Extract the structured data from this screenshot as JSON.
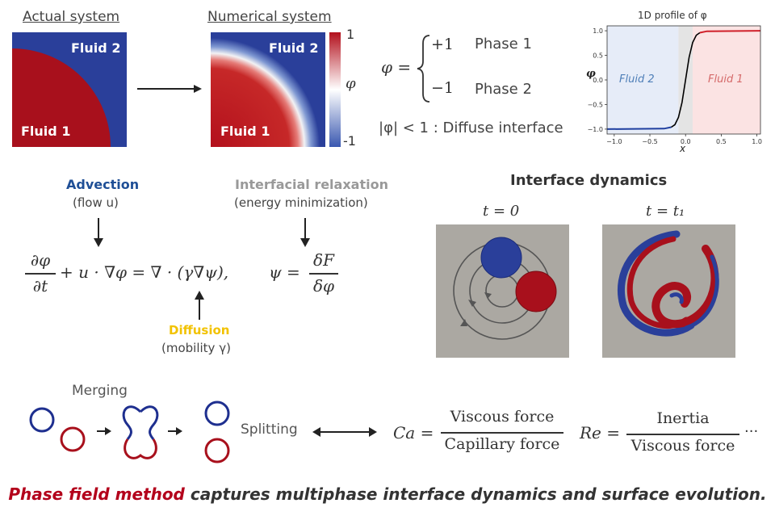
{
  "top": {
    "actual_title": "Actual system",
    "numerical_title": "Numerical system",
    "fluid1": "Fluid 1",
    "fluid2": "Fluid 2",
    "cbar_max": "1",
    "cbar_min": "-1",
    "cbar_symbol": "φ"
  },
  "phase_def": {
    "lhs": "φ =",
    "plus": "+1",
    "minus": "−1",
    "phase1": "Phase 1",
    "phase2": "Phase 2",
    "diffuse": "|φ| < 1 : Diffuse interface"
  },
  "profile": {
    "title": "1D profile of φ",
    "ylabel": "φ",
    "xlabel": "x",
    "region_left": "Fluid 2",
    "region_right": "Fluid 1"
  },
  "chart_data": {
    "type": "line",
    "title": "1D profile of φ",
    "xlabel": "x",
    "ylabel": "φ",
    "xlim": [
      -1.1,
      1.05
    ],
    "ylim": [
      -1.1,
      1.1
    ],
    "xticks": [
      "-1.0",
      "-0.5",
      "0.0",
      "0.5",
      "1.0"
    ],
    "yticks": [
      "-1.0",
      "-0.5",
      "0.0",
      "0.5",
      "1.0"
    ],
    "x": [
      -1.1,
      -0.3,
      -0.2,
      -0.15,
      -0.1,
      -0.05,
      0.0,
      0.05,
      0.1,
      0.15,
      0.2,
      0.3,
      1.05
    ],
    "y": [
      -1.0,
      -0.99,
      -0.96,
      -0.91,
      -0.76,
      -0.46,
      0.0,
      0.46,
      0.76,
      0.91,
      0.96,
      0.99,
      1.0
    ],
    "interface_x": [
      -0.1,
      0.1
    ],
    "colors": {
      "fluid2": "#1f3fa0",
      "fluid1": "#d0202a",
      "curve": "#000000"
    }
  },
  "equation": {
    "advection": "Advection",
    "advection_sub": "(flow u)",
    "relaxation": "Interfacial relaxation",
    "relaxation_sub": "(energy minimization)",
    "diffusion": "Diffusion",
    "diffusion_sub": "(mobility γ)",
    "main_rhs": "+ u · ∇φ = ∇ · (γ∇ψ),",
    "psi_lhs": "ψ =",
    "frac_num": "∂φ",
    "frac_den": "∂t",
    "psi_num": "δF",
    "psi_den": "δφ"
  },
  "dynamics": {
    "title": "Interface dynamics",
    "t0": "t = 0",
    "t1": "t = t₁"
  },
  "merging": {
    "merging": "Merging",
    "splitting": "Splitting",
    "ca_lhs": "Ca =",
    "ca_num": "Viscous force",
    "ca_den": "Capillary force",
    "re_lhs": "Re =",
    "re_num": "Inertia",
    "re_den": "Viscous force",
    "ellipsis": "···"
  },
  "footer": {
    "highlight": "Phase field method",
    "rest": " captures multiphase interface dynamics and surface evolution."
  },
  "colors": {
    "blue": "#2a3f9a",
    "red": "#a8101c",
    "panel_gray": "#aba8a2",
    "accent_blue": "#1f4f96",
    "accent_yellow": "#f2c200",
    "accent_red": "#b3001b"
  }
}
